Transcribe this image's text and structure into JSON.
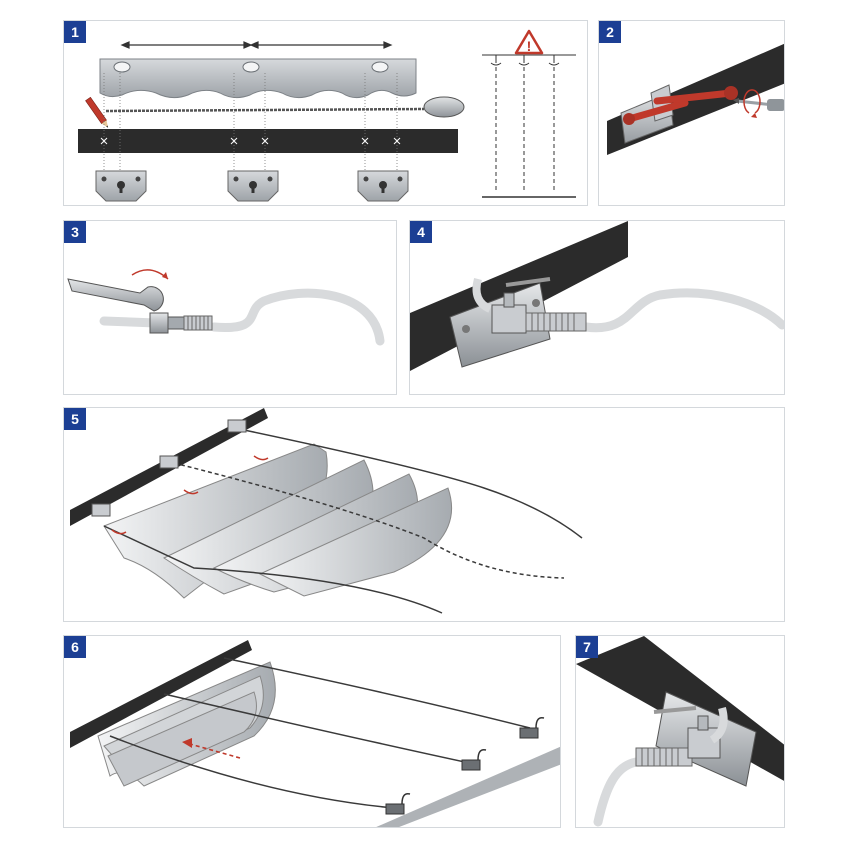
{
  "steps": [
    {
      "number": "1"
    },
    {
      "number": "2"
    },
    {
      "number": "3"
    },
    {
      "number": "4"
    },
    {
      "number": "5"
    },
    {
      "number": "6"
    },
    {
      "number": "7"
    }
  ],
  "warning_symbol": "!",
  "colors": {
    "step_badge": "#1c3f94",
    "rail": "#2b2b2b",
    "anchor_red": "#c0392b",
    "cable": "#3a3a3a",
    "metal": "#b9bdc1"
  },
  "icons": [
    "pencil-icon",
    "warning-icon",
    "wrench-icon",
    "screwdriver-icon",
    "rotation-arrow-icon",
    "direction-arrow-icon"
  ]
}
